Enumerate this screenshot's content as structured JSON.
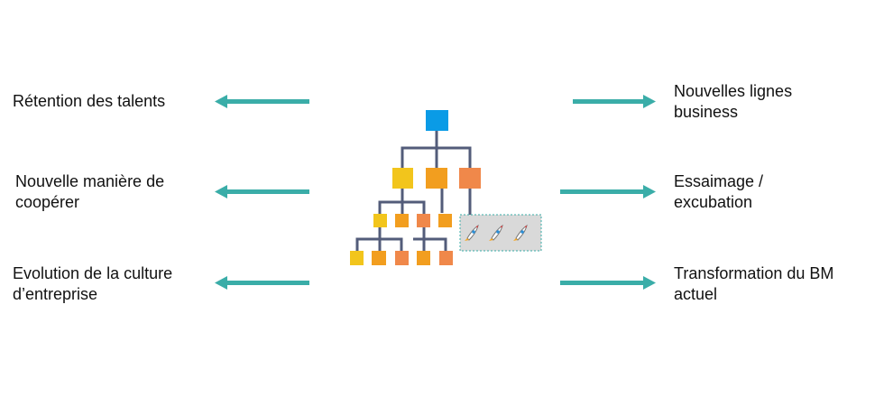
{
  "left_labels": [
    "Rétention des talents",
    "Nouvelle manière de coopérer",
    "Evolution de la culture d’entreprise"
  ],
  "right_labels": [
    "Nouvelles lignes business",
    "Essaimage / excubation",
    "Transformation du BM actuel"
  ],
  "colors": {
    "arrow": "#3AADA8",
    "connector": "#535C7A",
    "root": "#0A9BE6",
    "yellow": "#F2C51C",
    "orange": "#F29E1F",
    "light_orange": "#F0884A",
    "startup_box": "#D9D9D9"
  }
}
